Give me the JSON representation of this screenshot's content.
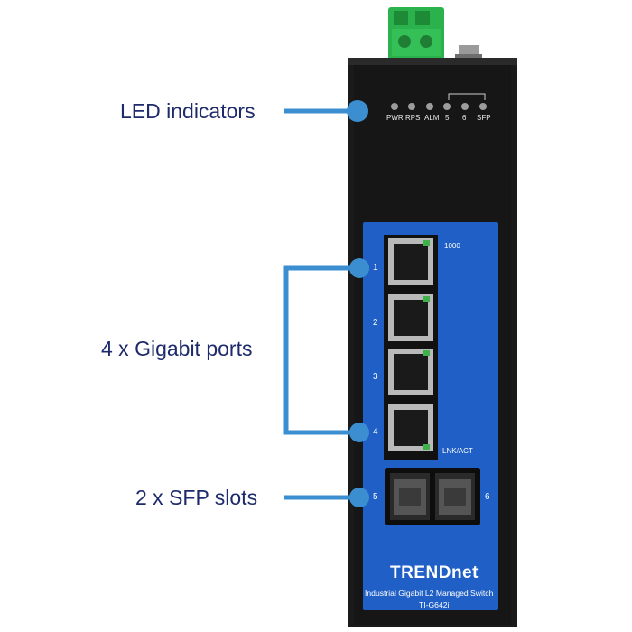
{
  "callouts": {
    "led": "LED indicators",
    "ports": "4 x Gigabit ports",
    "sfp": "2 x SFP slots"
  },
  "led_labels": [
    "PWR",
    "RPS",
    "ALM",
    "5",
    "6",
    "SFP"
  ],
  "port_numbers": [
    "1",
    "2",
    "3",
    "4"
  ],
  "sfp_numbers": [
    "5",
    "6"
  ],
  "speed_label": "1000",
  "link_label": "LNK/ACT",
  "brand": "TRENDnet",
  "product_name": "Industrial Gigabit L2 Managed Switch",
  "model": "TI-G642i",
  "colors": {
    "callout_line": "#3b8fd1",
    "callout_text": "#1d2a6b",
    "panel_blue": "#1f5fc6",
    "chassis": "#1a1a1a",
    "terminal_green": "#2bb24c"
  }
}
